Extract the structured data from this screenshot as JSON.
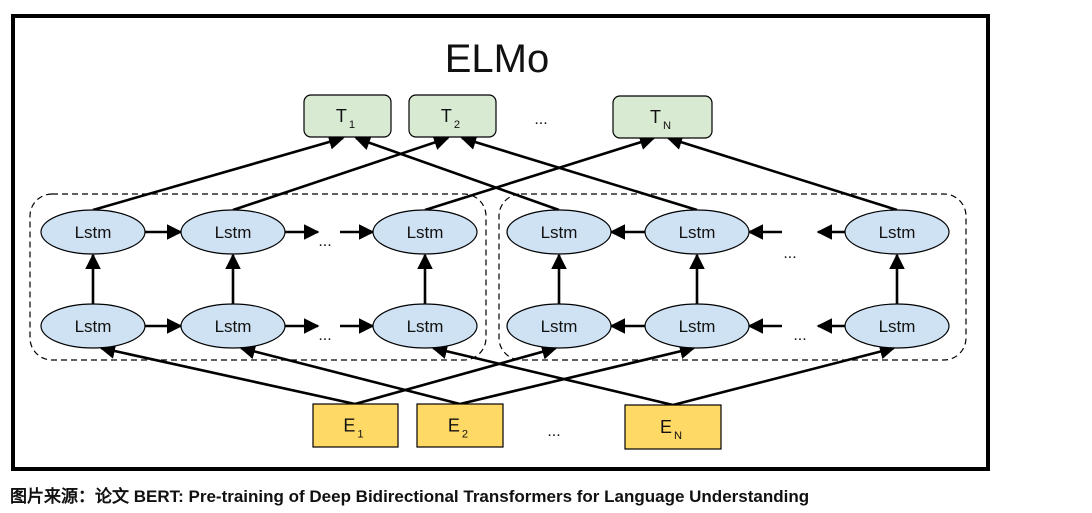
{
  "title": "ELMo",
  "outputs": [
    {
      "base": "T",
      "sub": "1"
    },
    {
      "base": "T",
      "sub": "2"
    },
    {
      "base": "T",
      "sub": "N"
    }
  ],
  "inputs": [
    {
      "base": "E",
      "sub": "1"
    },
    {
      "base": "E",
      "sub": "2"
    },
    {
      "base": "E",
      "sub": "N"
    }
  ],
  "ellipsis": "...",
  "cell_label": "Lstm",
  "forward_group": {
    "direction": "left-to-right",
    "layers": 2,
    "cells_per_layer": 3
  },
  "backward_group": {
    "direction": "right-to-left",
    "layers": 2,
    "cells_per_layer": 3
  },
  "colors": {
    "output_fill": "#d9ead3",
    "input_fill": "#ffd966",
    "lstm_fill": "#cfe2f3",
    "stroke": "#000000"
  },
  "caption": "图片来源：论文 BERT: Pre-training of Deep Bidirectional Transformers for Language Understanding"
}
